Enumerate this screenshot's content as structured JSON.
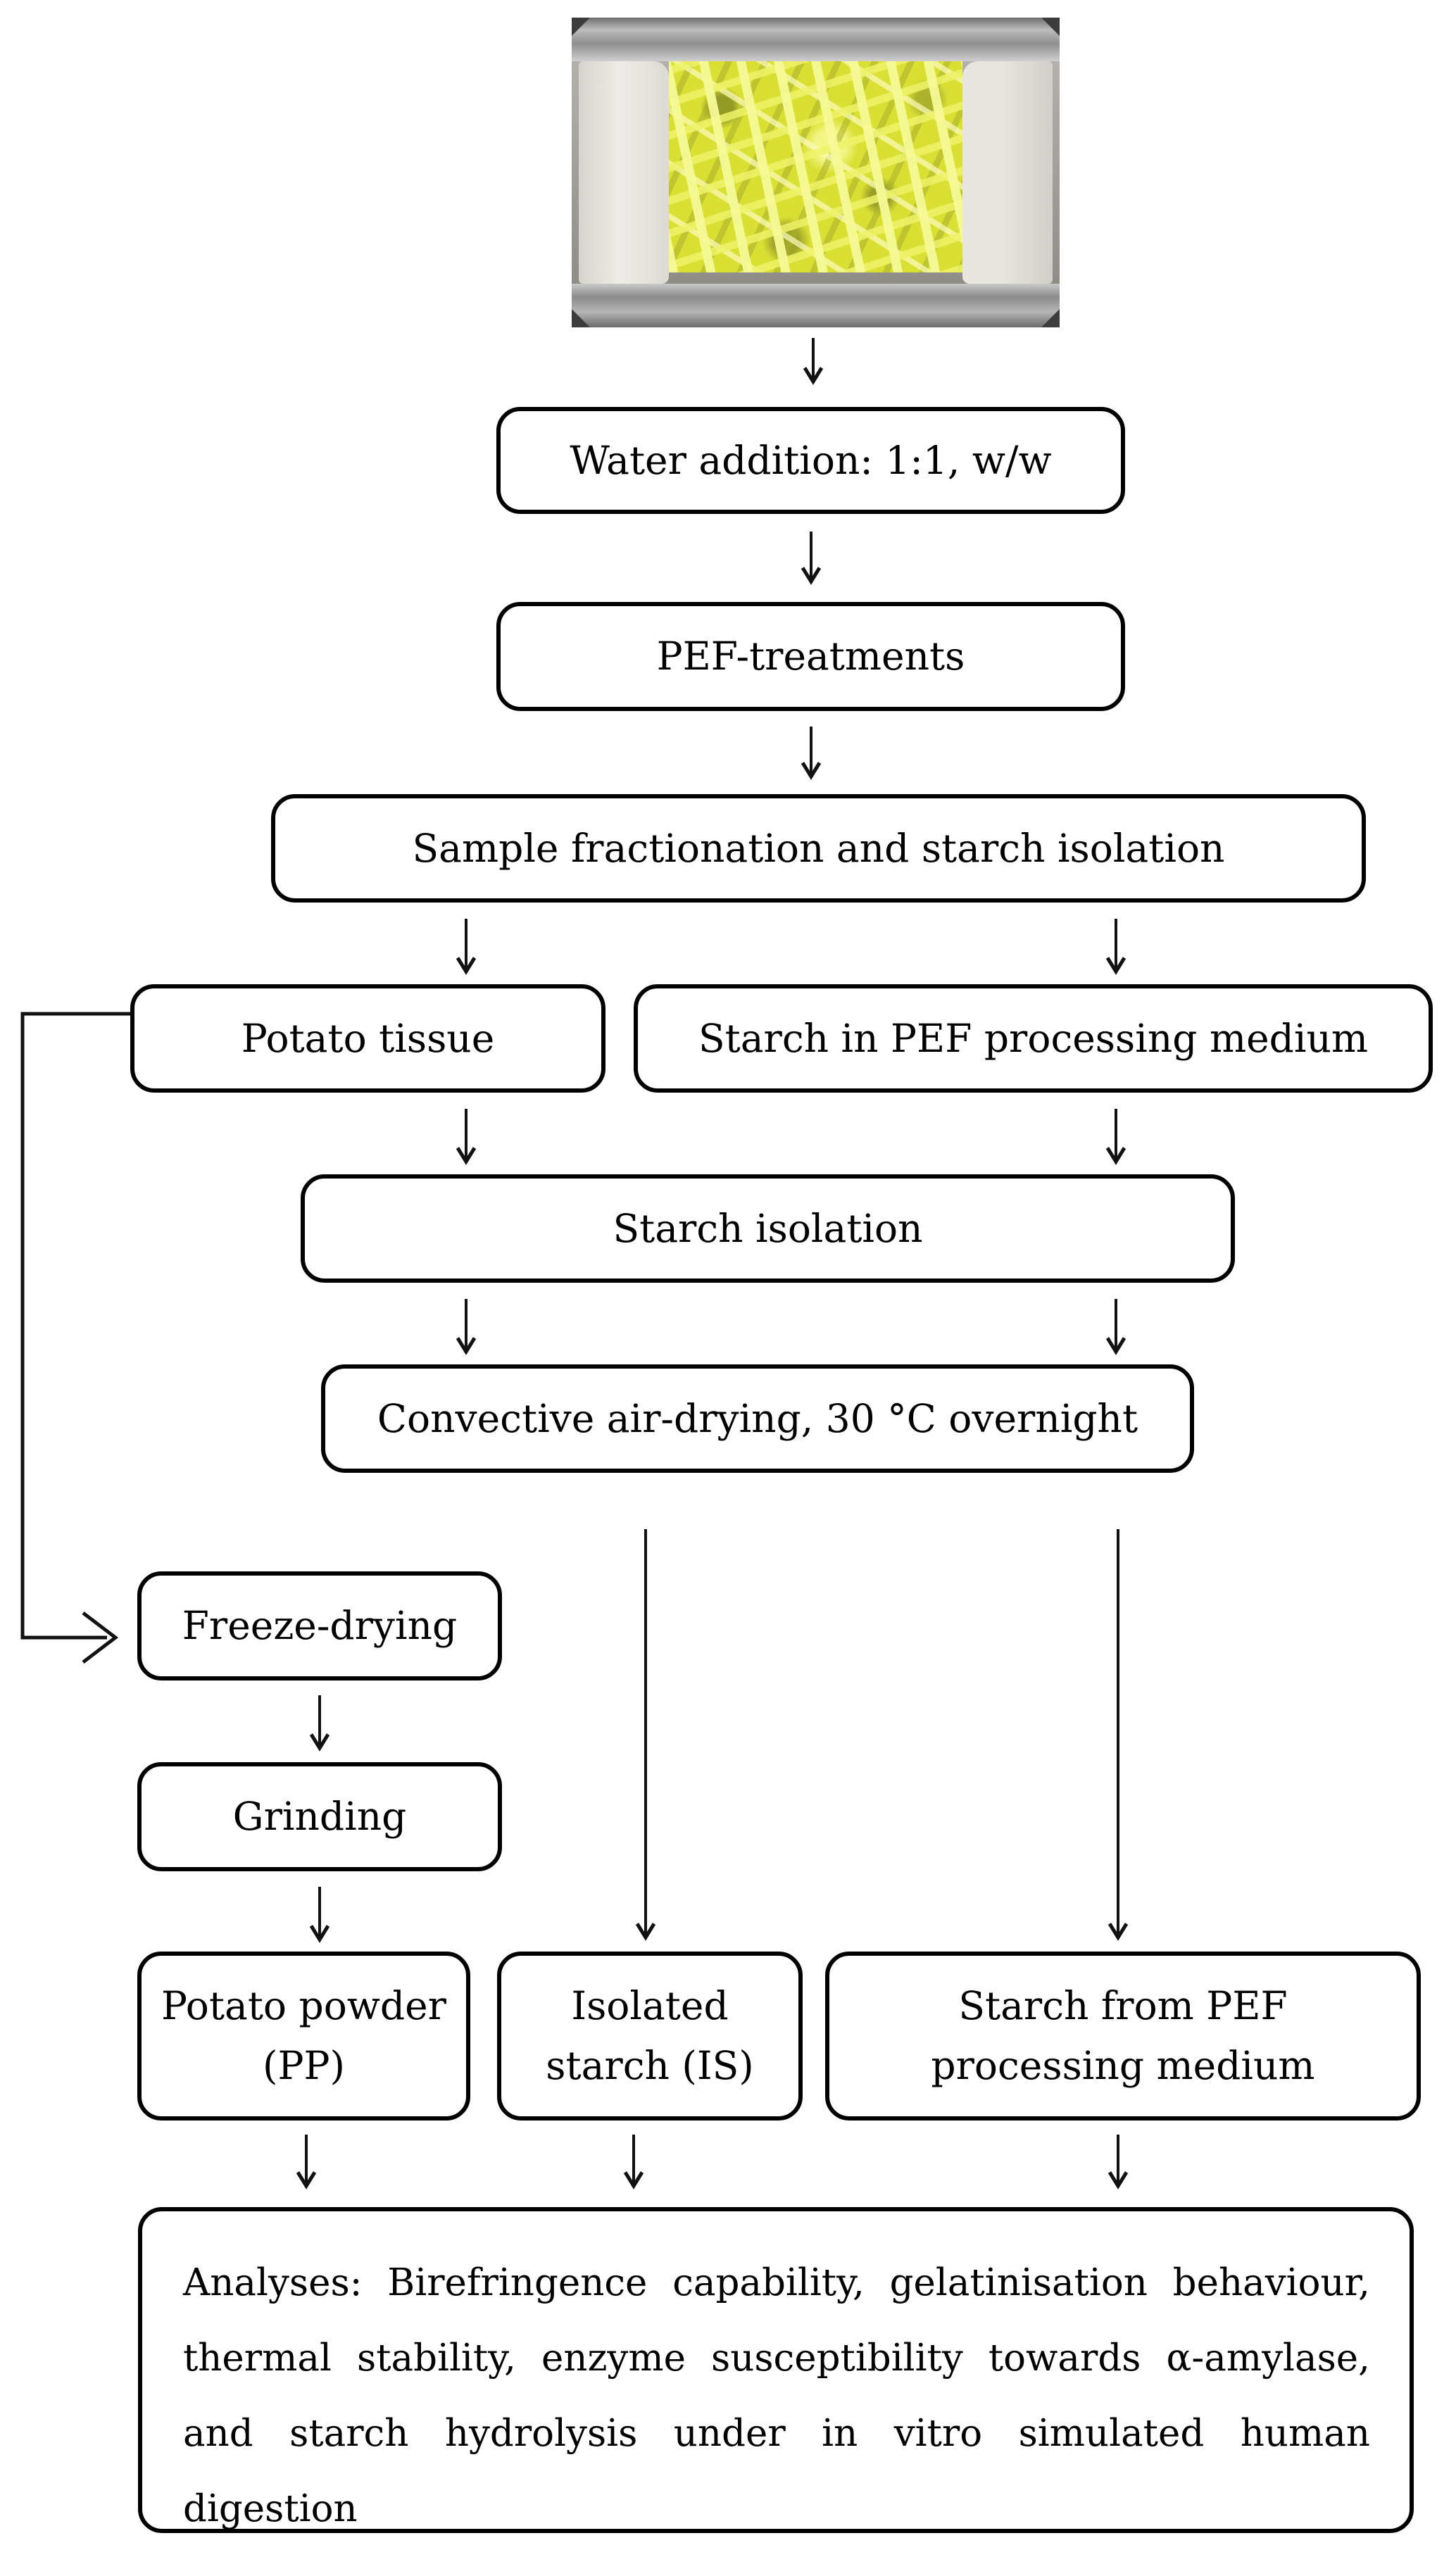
{
  "colors": {
    "line": "#111111",
    "box_border": "#000000",
    "background": "#ffffff",
    "potato_yellow": "#d9df33",
    "frame_metal": "#9a9a9a",
    "frame_plastic": "#eceae5"
  },
  "nodes": {
    "water_addition": "Water addition: 1:1, w/w",
    "pef_treatments": "PEF-treatments",
    "sample_fractionation": "Sample fractionation and starch isolation",
    "potato_tissue": "Potato tissue",
    "starch_in_medium": "Starch in PEF processing medium",
    "starch_isolation": "Starch isolation",
    "convective_drying": "Convective air-drying, 30 °C overnight",
    "freeze_drying": "Freeze-drying",
    "grinding": "Grinding",
    "potato_powder": "Potato powder (PP)",
    "isolated_starch": "Isolated starch (IS)",
    "starch_from_medium": "Starch from PEF processing medium",
    "analyses": "Analyses: Birefringence capability, gelatinisation behaviour, thermal stability, enzyme susceptibility towards α-amylase, and starch hydrolysis under in vitro simulated human digestion"
  }
}
